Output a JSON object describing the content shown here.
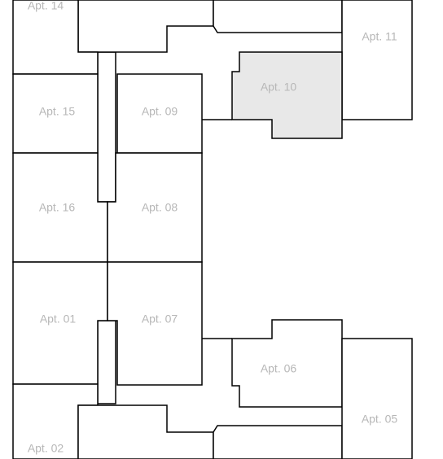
{
  "floor_plan": {
    "selected_unit": "apt-10",
    "colors": {
      "wall": "#000000",
      "unit_fill": "#ffffff",
      "selected_fill": "#e8e8e8",
      "label": "#b7b7b7"
    },
    "units": [
      {
        "id": "apt-14",
        "label": "Apt. 14"
      },
      {
        "id": "apt-15",
        "label": "Apt. 15"
      },
      {
        "id": "apt-16",
        "label": "Apt. 16"
      },
      {
        "id": "apt-01",
        "label": "Apt. 01"
      },
      {
        "id": "apt-02",
        "label": "Apt. 02"
      },
      {
        "id": "apt-09",
        "label": "Apt. 09"
      },
      {
        "id": "apt-08",
        "label": "Apt. 08"
      },
      {
        "id": "apt-07",
        "label": "Apt. 07"
      },
      {
        "id": "apt-11",
        "label": "Apt. 11"
      },
      {
        "id": "apt-10",
        "label": "Apt. 10"
      },
      {
        "id": "apt-06",
        "label": "Apt. 06"
      },
      {
        "id": "apt-05",
        "label": "Apt. 05"
      }
    ]
  }
}
